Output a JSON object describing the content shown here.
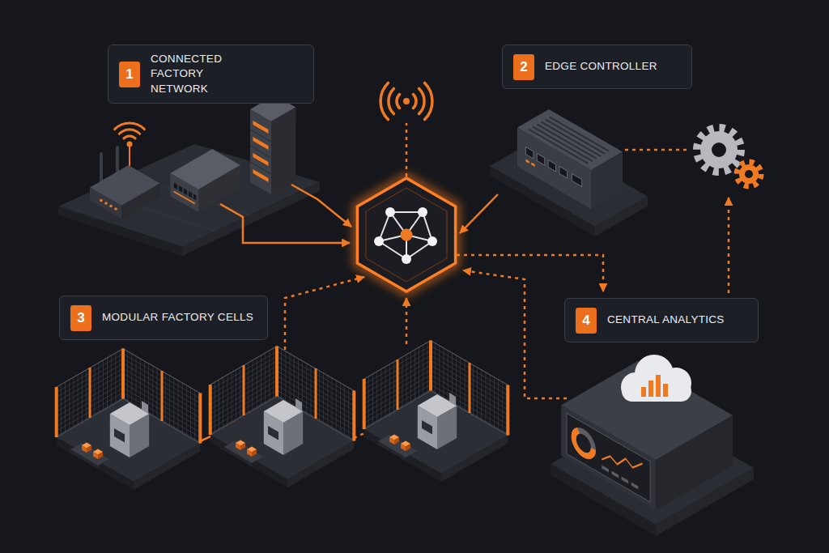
{
  "diagram": {
    "nodes": [
      {
        "text": [
          "CONNECTED FACTORY NETWORK"
        ]
      },
      {
        "text": [
          "1"
        ],
        "in": 0
      },
      {
        "text": [
          "EDGE CONTROLLER"
        ]
      },
      {
        "text": [
          "2"
        ],
        "in": 2
      },
      {
        "text": [
          "MODULAR FACTORY CELLS"
        ]
      },
      {
        "text": [
          "3"
        ],
        "in": 4
      },
      {
        "text": [
          "CENTRAL ANALYTICS"
        ]
      },
      {
        "text": [
          "4"
        ],
        "in": 6
      }
    ]
  }
}
